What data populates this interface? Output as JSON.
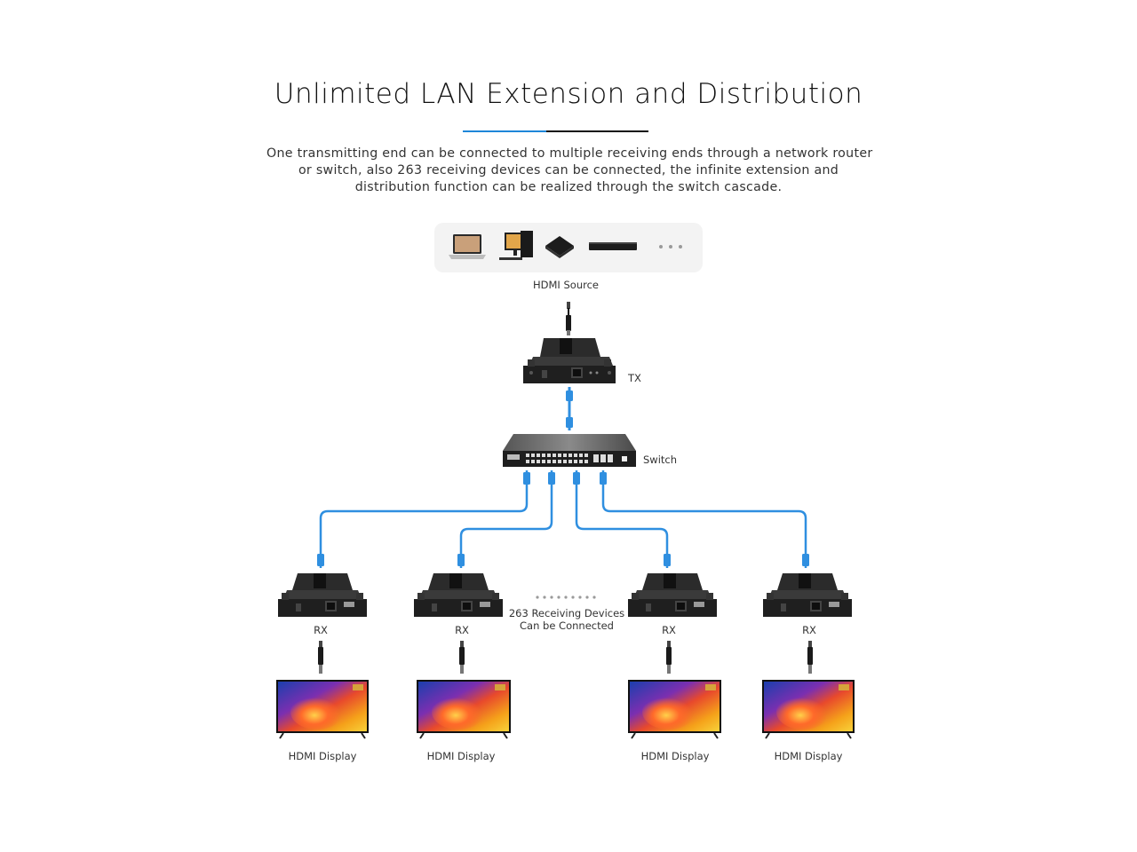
{
  "header": {
    "title": "Unlimited LAN Extension and Distribution",
    "description_lines": [
      "One transmitting end can be connected to multiple receiving ends through a network router",
      "or switch, also 263 receiving devices can be connected, the infinite extension and",
      "distribution function can be realized through the switch cascade."
    ],
    "accent_color": "#1e86d8"
  },
  "source": {
    "label": "HDMI Source",
    "devices": [
      "laptop-icon",
      "desktop-pc-icon",
      "streaming-box-icon",
      "dvd-player-icon",
      "more-dots-icon"
    ]
  },
  "transmitter": {
    "label": "TX"
  },
  "switch": {
    "label": "Switch"
  },
  "receivers": [
    {
      "label": "RX",
      "display_label": "HDMI Display"
    },
    {
      "label": "RX",
      "display_label": "HDMI Display"
    },
    {
      "label": "RX",
      "display_label": "HDMI Display"
    },
    {
      "label": "RX",
      "display_label": "HDMI Display"
    }
  ],
  "receiving_note": {
    "line1": "263 Receiving Devices",
    "line2": "Can be Connected"
  },
  "colors": {
    "cable": "#2f8fe0",
    "device": "#2a2a2a"
  }
}
